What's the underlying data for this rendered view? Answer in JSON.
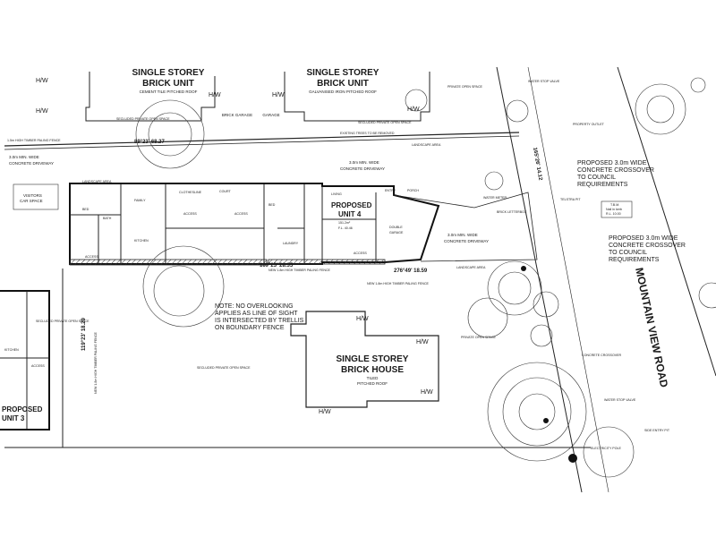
{
  "site_plan": {
    "units_top": [
      {
        "title": "SINGLE STOREY",
        "subtitle": "BRICK UNIT",
        "roof": "CEMENT TILE PITCHED ROOF"
      },
      {
        "title": "SINGLE STOREY",
        "subtitle": "BRICK UNIT",
        "roof": "GALVANISED IRON PITCHED ROOF"
      }
    ],
    "house_bottom": {
      "title": "SINGLE STOREY",
      "subtitle": "BRICK HOUSE",
      "roof_line1": "TILED",
      "roof_line2": "PITCHED ROOF"
    },
    "proposed_unit_4": {
      "line1": "PROPOSED",
      "line2": "UNIT 4",
      "area1": "151.2m²",
      "area2": "F.L. 40.46"
    },
    "proposed_unit_3": {
      "line1": "PROPOSED",
      "line2": "UNIT 3"
    },
    "road_name": "MOUNTAIN VIEW ROAD",
    "labels": {
      "hw": "H/W",
      "brick_garage": "BRICK GARAGE",
      "garage": "GARAGE",
      "secluded_open_space_1": "SECLUDED PRIVATE OPEN SPACE",
      "secluded_open_space_2": "SECLUDED PRIVATE OPEN SPACE",
      "secluded_open_space_3": "SECLUDED PRIVATE OPEN SPACE",
      "secluded_open_space_4": "SECLUDED PRIVATE OPEN SPACE",
      "private_open_space": "PRIVATE OPEN SPACE",
      "private_open_space_2": "PRIVATE OPEN SPACE",
      "bearing_top": "89°23'  68.27",
      "bearing_mid": "169°23'  28.35",
      "bearing_right": "276°49'  18.59",
      "bearing_left": "119°23' 18.29",
      "bearing_vertical": "165°26' 14.12",
      "fence_top": "1.5m HIGH TIMBER PALING FENCE",
      "driveway_left_1": "3.0m MIN. WIDE",
      "driveway_left_2": "CONCRETE DRIVEWAY",
      "driveway_mid_1": "3.0m MIN. WIDE",
      "driveway_mid_2": "CONCRETE DRIVEWAY",
      "driveway_right_1": "3.0m MIN. WIDE",
      "driveway_right_2": "CONCRETE DRIVEWAY",
      "crossover_1a": "PROPOSED 3.0m WIDE",
      "crossover_1b": "CONCRETE CROSSOVER",
      "crossover_1c": "TO COUNCIL",
      "crossover_1d": "REQUIREMENTS",
      "crossover_2a": "PROPOSED 3.0m WIDE",
      "crossover_2b": "CONCRETE CROSSOVER",
      "crossover_2c": "TO COUNCIL",
      "crossover_2d": "REQUIREMENTS",
      "visitors_1": "VISITORS",
      "visitors_2": "CAR SPACE",
      "landscape_area": "LANDSCAPE AREA",
      "landscape_area_2": "LANDSCAPE AREA",
      "landscape_area_3": "LANDSCAPE AREA",
      "water_stop_valve": "WATER STOP VALVE",
      "water_stop_valve_2": "WATER STOP VALVE",
      "property_outlet": "PROPERTY OUTLET",
      "telstra_pit": "TELSTRA PIT",
      "tbm_1": "T.B.M.",
      "tbm_2": "Nail in kerb",
      "tbm_3": "R.L. 10.00",
      "electricity_pole": "ELECTRICITY POLE",
      "side_entry_pit": "SIDE ENTRY PIT",
      "concrete_crossover": "CONCRETE CROSSOVER",
      "note_1": "NOTE: NO OVERLOOKING",
      "note_2": "APPLIES AS LINE OF SIGHT",
      "note_3": "IS INTERSECTED BY TRELLIS",
      "note_4": "ON BOUNDARY FENCE",
      "fence_new": "NEW 1.8m HIGH TIMBER PALING FENCE",
      "fence_new_2": "NEW 1.8m HIGH TIMBER PALING FENCE",
      "fence_side": "NEW 1.8m HIGH TIMBER PALING FENCE",
      "double_garage_1": "DOUBLE",
      "double_garage_2": "GARAGE",
      "living": "LIVING",
      "entry": "ENTRY",
      "porch": "PORCH",
      "family": "FAMILY",
      "kitchen": "KITCHEN",
      "bed": "BED",
      "bath": "BATH",
      "court": "COURT",
      "laundry": "LAUNDRY",
      "access": "ACCESS",
      "clothesline": "CLOTHESLINE",
      "brick_letterbox": "BRICK LETTERBOX",
      "existing_trees": "EXISTING TREES TO BE REMOVED",
      "water_meter": "WATER METER"
    }
  }
}
